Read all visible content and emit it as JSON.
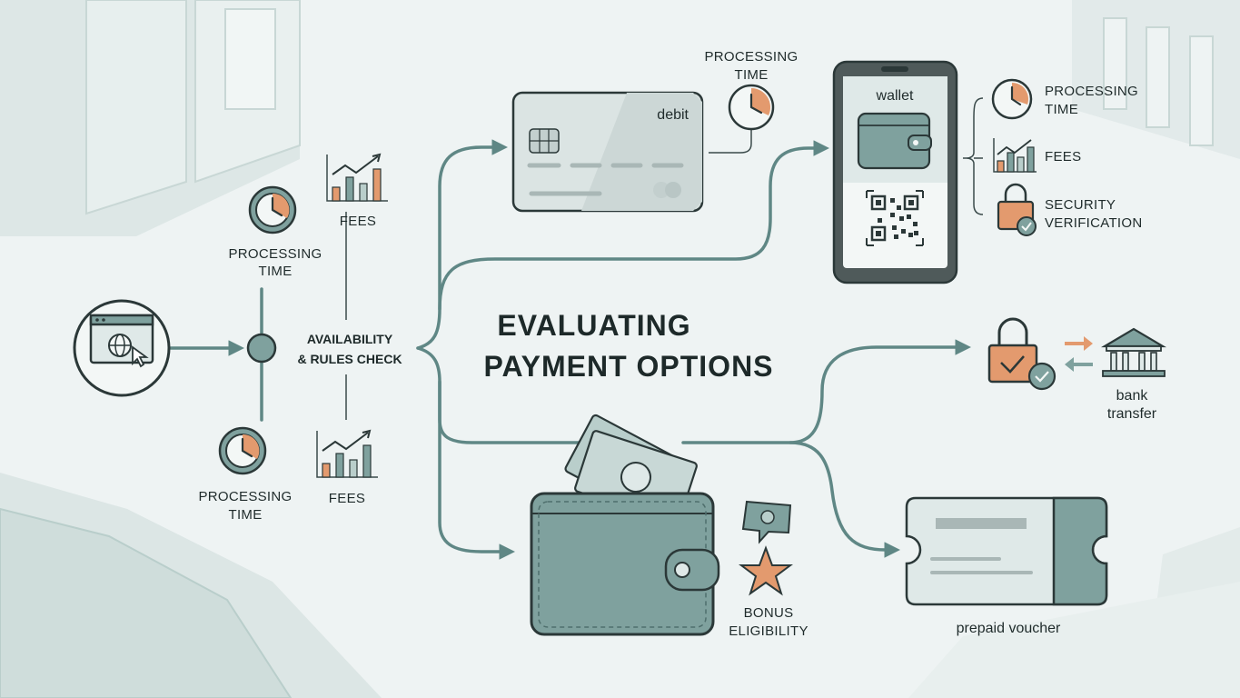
{
  "title_line1": "EVALUATING",
  "title_line2": "PAYMENT OPTIONS",
  "check_line1": "AVAILABILITY",
  "check_line2": "& RULES CHECK",
  "left_top_time_line1": "PROCESSING",
  "left_top_time_line2": "TIME",
  "left_top_fees": "FEES",
  "left_bottom_time_line1": "PROCESSING",
  "left_bottom_time_line2": "TIME",
  "left_bottom_fees": "FEES",
  "debit_label": "debit",
  "debit_time_line1": "PROCESSING",
  "debit_time_line2": "TIME",
  "wallet_label": "wallet",
  "wallet_time_line1": "PROCESSING",
  "wallet_time_line2": "TIME",
  "wallet_fees": "FEES",
  "wallet_security_line1": "SECURITY",
  "wallet_security_line2": "VERIFICATION",
  "bank_line1": "bank",
  "bank_line2": "transfer",
  "bonus_line1": "BONUS",
  "bonus_line2": "ELIGIBILITY",
  "voucher_label": "prepaid voucher",
  "colors": {
    "accent": "#5f8785",
    "orange": "#e39a6e",
    "ink": "#2b3838",
    "background": "#eef3f3"
  }
}
